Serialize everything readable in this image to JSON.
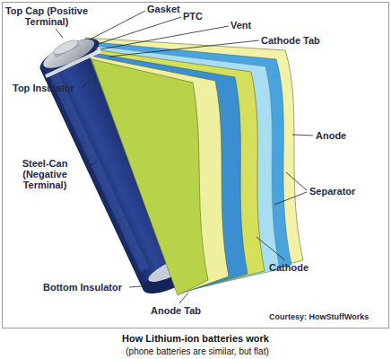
{
  "diagram": {
    "caption": "How Lithium-ion batteries work",
    "labels": [
      "Top Cap (Positive Terminal)",
      "Gasket",
      "PTC",
      "Vent",
      "Cathode Tab",
      "Top Insulator",
      "Anode",
      "Steel-Can (Negative Terminal)",
      "Separator",
      "Cathode",
      "Bottom Insulator",
      "Anode Tab",
      "Courtesy: HowStuffWorks",
      "(phone batteries are similar, but flat)"
    ]
  }
}
